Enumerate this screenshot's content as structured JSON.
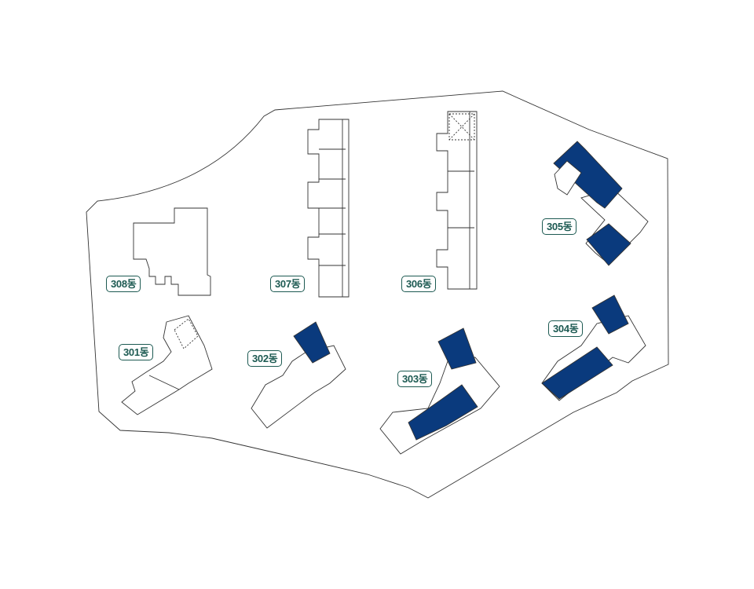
{
  "colors": {
    "highlight": "#0a3a7d",
    "outline": "#333333",
    "label": "#1d5a52"
  },
  "buildings": [
    {
      "id": "301",
      "label": "301동",
      "highlighted": false
    },
    {
      "id": "302",
      "label": "302동",
      "highlighted": true
    },
    {
      "id": "303",
      "label": "303동",
      "highlighted": true
    },
    {
      "id": "304",
      "label": "304동",
      "highlighted": true
    },
    {
      "id": "305",
      "label": "305동",
      "highlighted": true
    },
    {
      "id": "306",
      "label": "306동",
      "highlighted": false
    },
    {
      "id": "307",
      "label": "307동",
      "highlighted": false
    },
    {
      "id": "308",
      "label": "308동",
      "highlighted": false
    }
  ]
}
